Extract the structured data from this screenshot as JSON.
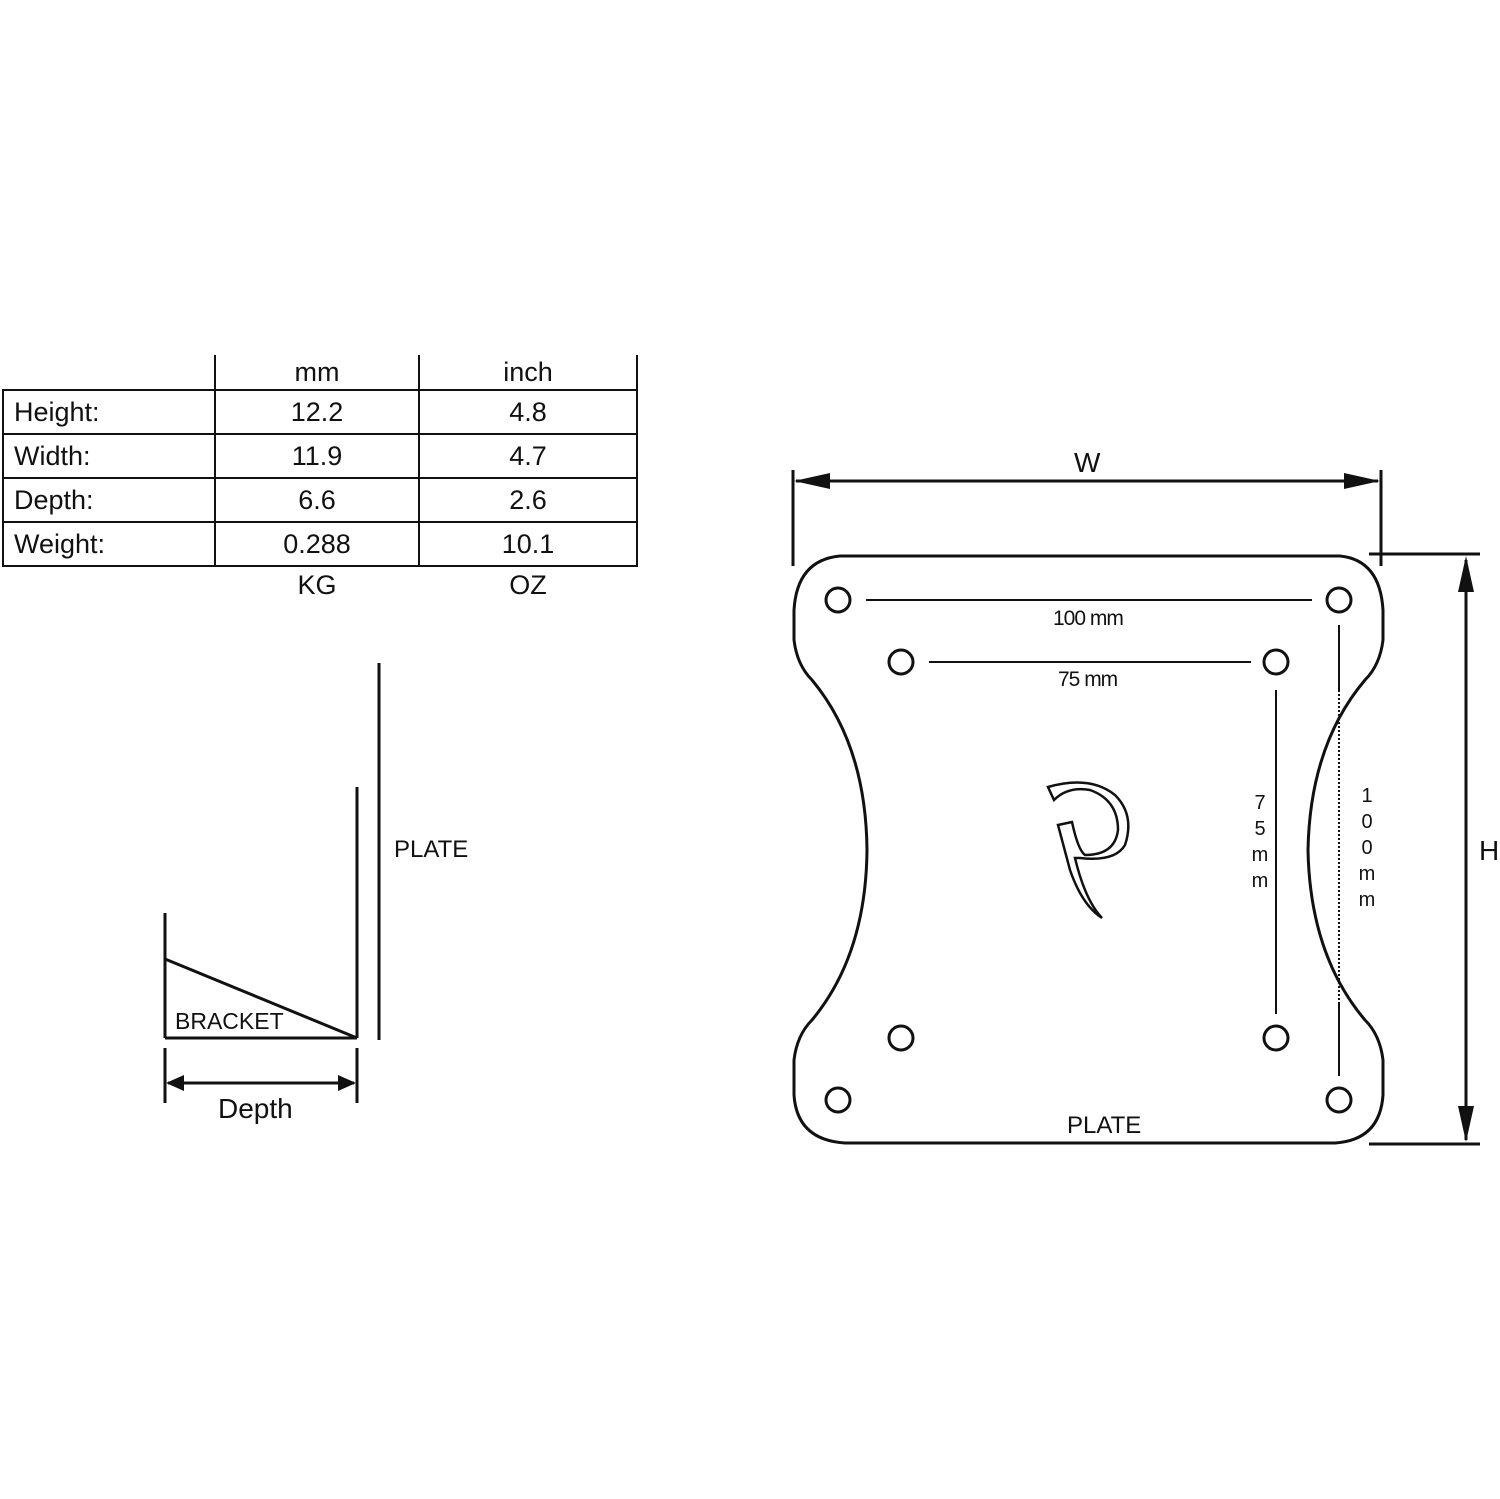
{
  "spec_table": {
    "columns": [
      "",
      "mm",
      "inch"
    ],
    "rows": [
      {
        "label": "Height:",
        "metric": "12.2",
        "imperial": "4.8"
      },
      {
        "label": "Width:",
        "metric": "11.9",
        "imperial": "4.7"
      },
      {
        "label": "Depth:",
        "metric": "6.6",
        "imperial": "2.6"
      },
      {
        "label": "Weight:",
        "metric": "0.288",
        "imperial": "10.1"
      }
    ],
    "weight_units": {
      "metric": "KG",
      "imperial": "OZ"
    }
  },
  "side_view": {
    "plate_label": "PLATE",
    "bracket_label": "BRACKET",
    "depth_label": "Depth"
  },
  "front_view": {
    "width_label": "W",
    "height_label": "H",
    "plate_label": "PLATE",
    "vesa_100_horizontal": "100 mm",
    "vesa_75_horizontal": "75 mm",
    "vesa_75_vertical": [
      "7",
      "5",
      "m",
      "m"
    ],
    "vesa_100_vertical": [
      "1",
      "0",
      "0",
      "m",
      "m"
    ],
    "logo_icon": "p-logo-icon"
  }
}
